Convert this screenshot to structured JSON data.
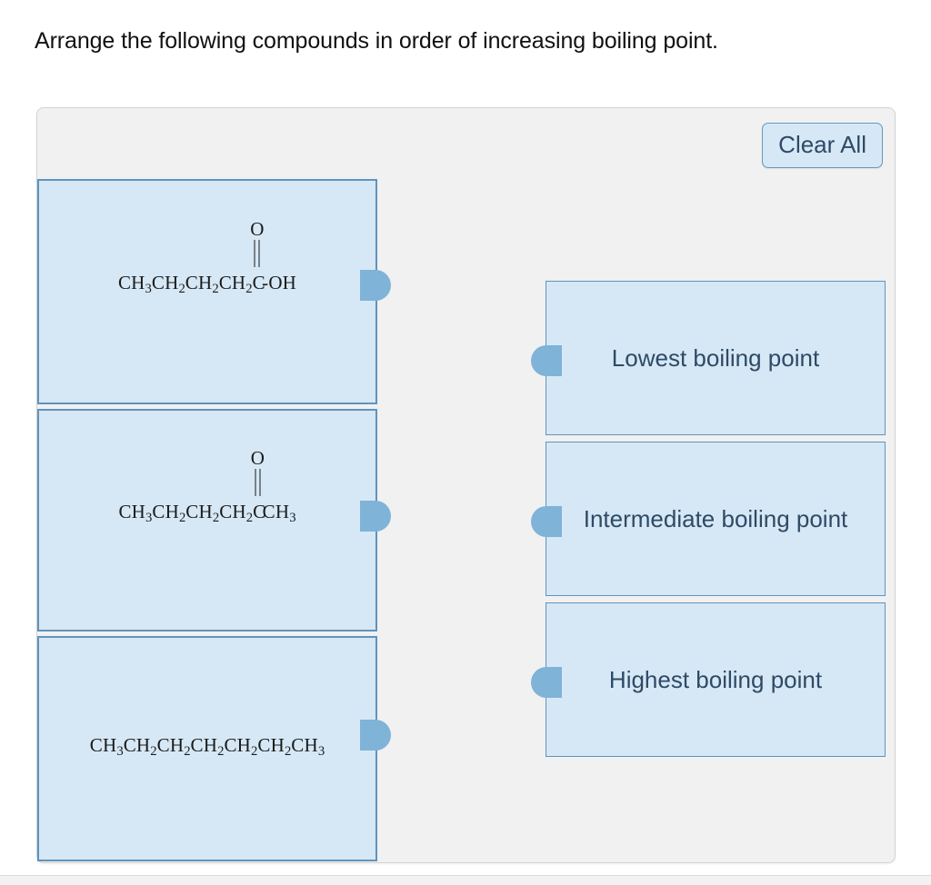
{
  "prompt": {
    "text": "Arrange the following compounds in order of increasing boiling point."
  },
  "toolbar": {
    "clear_all_label": "Clear All"
  },
  "colors": {
    "card_fill": "#d6e8f5",
    "card_border": "#5f94bd",
    "panel_bg": "#f1f1f1",
    "panel_border": "#d3d3d3",
    "nub": "#7fb3d8",
    "target_text": "#2e4a66",
    "prompt_text": "#111111"
  },
  "source_items": [
    {
      "id": "compound-1",
      "name": "pentanoic-acid",
      "segments": [
        {
          "t": "CH"
        },
        {
          "t": "3",
          "sub": true
        },
        {
          "t": "CH"
        },
        {
          "t": "2",
          "sub": true
        },
        {
          "t": "CH"
        },
        {
          "t": "2",
          "sub": true
        },
        {
          "t": "CH"
        },
        {
          "t": "2",
          "sub": true
        },
        {
          "t": "C",
          "carbonyl": true,
          "top": "O"
        },
        {
          "t": "-OH"
        }
      ],
      "plain": "CH3CH2CH2CH2C(=O)-OH"
    },
    {
      "id": "compound-2",
      "name": "hexan-2-one",
      "segments": [
        {
          "t": "CH"
        },
        {
          "t": "3",
          "sub": true
        },
        {
          "t": "CH"
        },
        {
          "t": "2",
          "sub": true
        },
        {
          "t": "CH"
        },
        {
          "t": "2",
          "sub": true
        },
        {
          "t": "CH"
        },
        {
          "t": "2",
          "sub": true
        },
        {
          "t": "C",
          "carbonyl": true,
          "top": "O"
        },
        {
          "t": "CH"
        },
        {
          "t": "3",
          "sub": true
        }
      ],
      "plain": "CH3CH2CH2CH2C(=O)CH3"
    },
    {
      "id": "compound-3",
      "name": "heptane",
      "segments": [
        {
          "t": "CH"
        },
        {
          "t": "3",
          "sub": true
        },
        {
          "t": "CH"
        },
        {
          "t": "2",
          "sub": true
        },
        {
          "t": "CH"
        },
        {
          "t": "2",
          "sub": true
        },
        {
          "t": "CH"
        },
        {
          "t": "2",
          "sub": true
        },
        {
          "t": "CH"
        },
        {
          "t": "2",
          "sub": true
        },
        {
          "t": "CH"
        },
        {
          "t": "2",
          "sub": true
        },
        {
          "t": "CH"
        },
        {
          "t": "3",
          "sub": true
        }
      ],
      "plain": "CH3CH2CH2CH2CH2CH2CH3"
    }
  ],
  "targets": [
    {
      "id": "target-lowest",
      "label": "Lowest boiling point",
      "content": ""
    },
    {
      "id": "target-intermediate",
      "label": "Intermediate boiling point",
      "content": ""
    },
    {
      "id": "target-highest",
      "label": "Highest boiling point",
      "content": ""
    }
  ]
}
